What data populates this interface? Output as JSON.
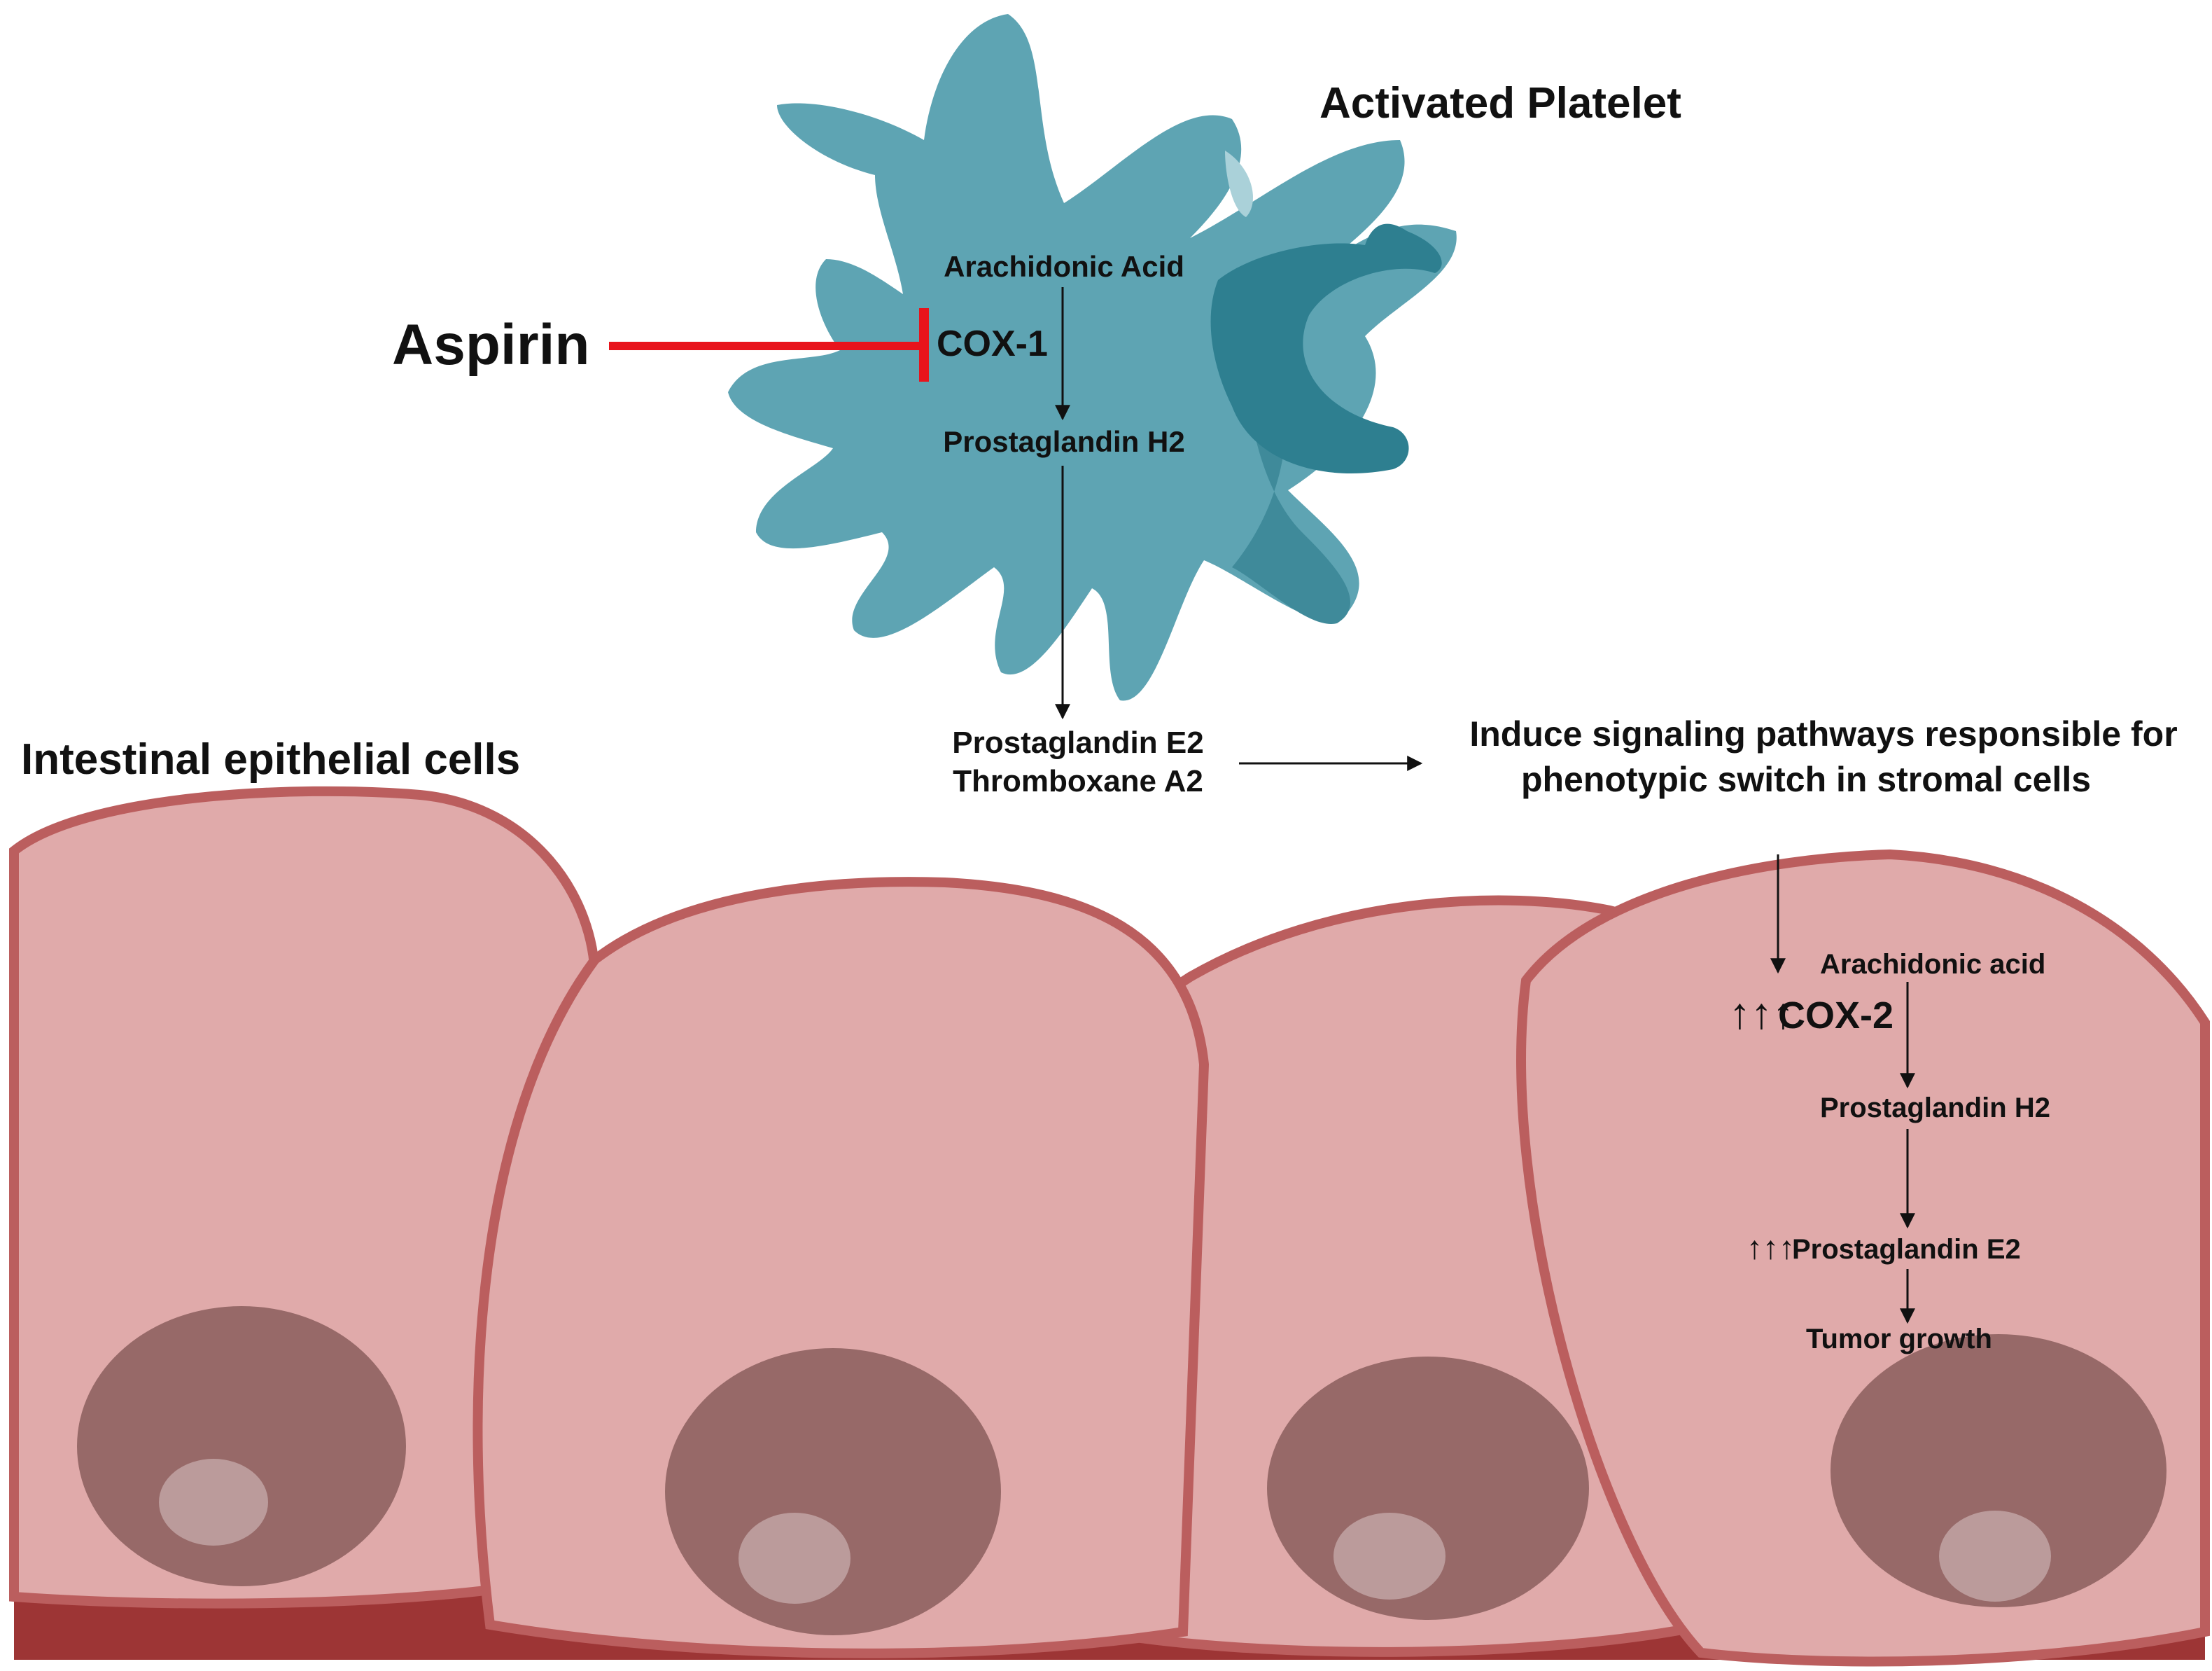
{
  "title_platelet": "Activated Platelet",
  "title_epithelial": "Intestinal epithelial cells",
  "drug": {
    "name": "Aspirin",
    "inhibition_color": "#e8141c"
  },
  "platelet_pathway": {
    "substrate": "Arachidonic Acid",
    "enzyme": "COX-1",
    "intermediate": "Prostaglandin H2",
    "products": [
      "Prostaglandin E2",
      "Thromboxane A2"
    ]
  },
  "signal_text": [
    "Induce signaling pathways responsible for",
    "phenotypic switch in stromal cells"
  ],
  "epithelial_pathway": {
    "upregulation_marker": "↑↑↑",
    "enzyme": "COX-2",
    "substrate": "Arachidonic acid",
    "intermediate": "Prostaglandin H2",
    "product": "Prostaglandin E2",
    "outcome": "Tumor growth"
  },
  "colors": {
    "platelet_fill": "#5ea4b3",
    "platelet_dark": "#2e7f90",
    "cell_fill": "#e0aaaa",
    "cell_border": "#bb5e5e",
    "nucleus": "#976968",
    "nucleolus": "#bb9b9b",
    "tissue_base": "#9d3535"
  }
}
